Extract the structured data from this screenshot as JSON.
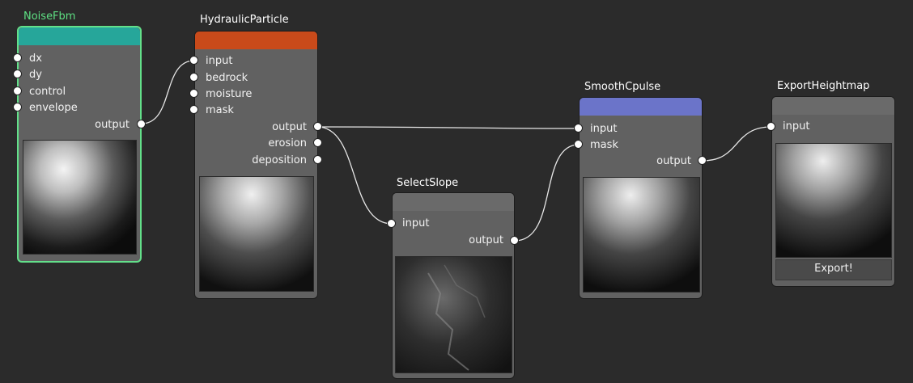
{
  "nodes": {
    "noise_fbm": {
      "title": "NoiseFbm",
      "header_color": "#26a69a",
      "inputs": [
        "dx",
        "dy",
        "control",
        "envelope"
      ],
      "outputs": [
        "output"
      ],
      "selected": true
    },
    "hydraulic_particle": {
      "title": "HydraulicParticle",
      "header_color": "#c94a1a",
      "inputs": [
        "input",
        "bedrock",
        "moisture",
        "mask"
      ],
      "outputs": [
        "output",
        "erosion",
        "deposition"
      ]
    },
    "select_slope": {
      "title": "SelectSlope",
      "header_color": "#6a6a6a",
      "inputs": [
        "input"
      ],
      "outputs": [
        "output"
      ]
    },
    "smooth_cpulse": {
      "title": "SmoothCpulse",
      "header_color": "#6b74c9",
      "inputs": [
        "input",
        "mask"
      ],
      "outputs": [
        "output"
      ]
    },
    "export_heightmap": {
      "title": "ExportHeightmap",
      "header_color": "#6a6a6a",
      "inputs": [
        "input"
      ],
      "outputs": [],
      "button_label": "Export!"
    }
  },
  "colors": {
    "background": "#2b2b2b",
    "node_body": "#616161",
    "selected_border": "#63e08a",
    "link": "#e8e8e8"
  }
}
